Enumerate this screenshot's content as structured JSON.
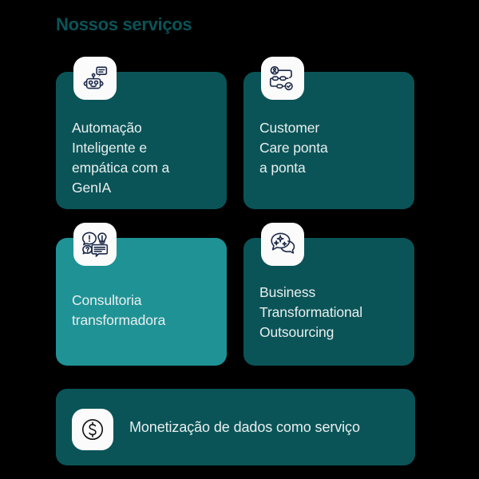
{
  "page": {
    "title": "Nossos serviços",
    "background_color": "#000000",
    "title_color": "#0A5458",
    "card_text_color": "#E9EFEE",
    "card_dark_color": "#0A5458",
    "card_light_color": "#1F9295",
    "icon_tile_color": "#FBFBFB",
    "icon_stroke_color": "#1E2A4A"
  },
  "cards": [
    {
      "id": "automacao-inteligente",
      "title": "Automação\nInteligente e\nempática com a\nGenIA",
      "icon": "robot-chat-icon",
      "tone": "dark"
    },
    {
      "id": "customer-care",
      "title": "Customer\nCare ponta\na ponta",
      "icon": "process-flow-icon",
      "tone": "dark"
    },
    {
      "id": "consultoria-transformadora",
      "title": "Consultoria\ntransformadora",
      "icon": "insight-bubbles-icon",
      "tone": "light"
    },
    {
      "id": "business-transformational-outsourcing",
      "title": "Business\nTransformational\nOutsourcing",
      "icon": "sparkle-bubbles-icon",
      "tone": "dark"
    },
    {
      "id": "monetizacao-de-dados",
      "title": "Monetização de dados como serviço",
      "icon": "dollar-coin-icon",
      "tone": "dark"
    }
  ]
}
